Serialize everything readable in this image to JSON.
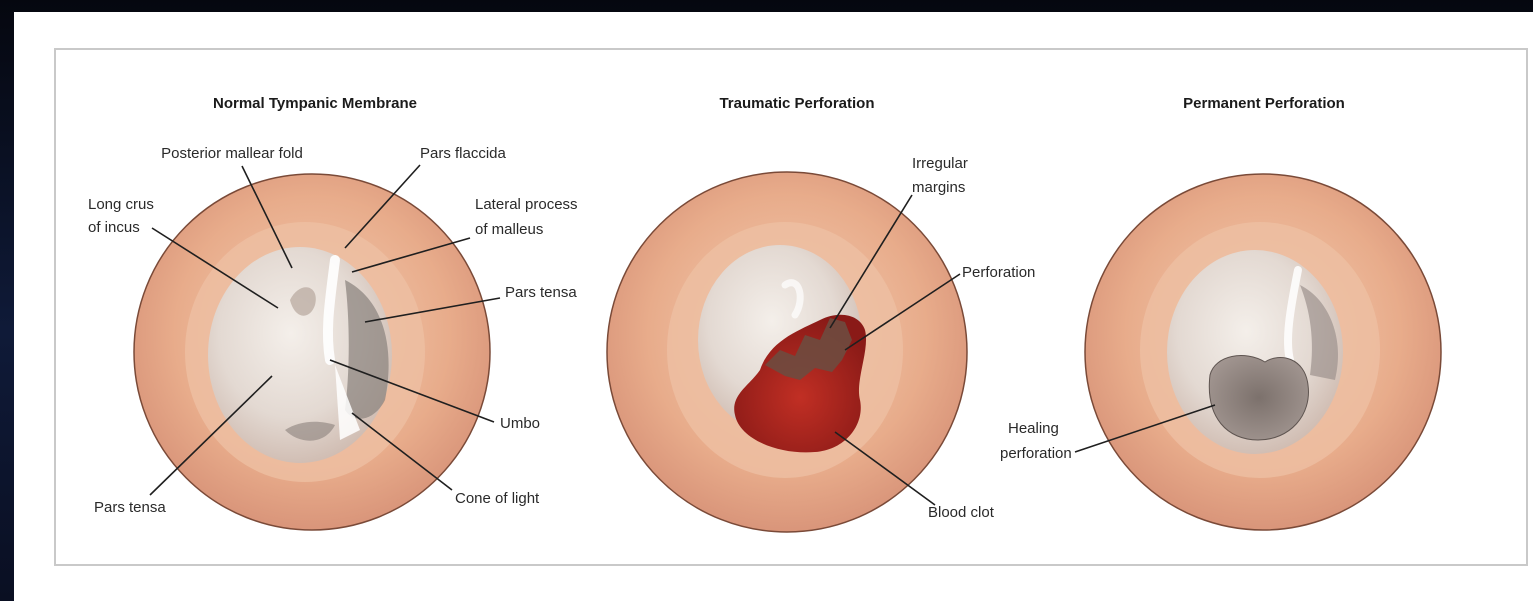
{
  "panels": [
    {
      "title": "Normal Tympanic Membrane",
      "labels": {
        "posterior_mallear_fold": "Posterior mallear fold",
        "pars_flaccida": "Pars flaccida",
        "long_crus_line1": "Long crus",
        "long_crus_line2": "of incus",
        "lateral_process_line1": "Lateral process",
        "lateral_process_line2": "of malleus",
        "pars_tensa_right": "Pars tensa",
        "umbo": "Umbo",
        "pars_tensa_left": "Pars tensa",
        "cone_of_light": "Cone of light"
      }
    },
    {
      "title": "Traumatic Perforation",
      "labels": {
        "irregular_line1": "Irregular",
        "irregular_line2": "margins",
        "perforation": "Perforation",
        "blood_clot": "Blood clot"
      }
    },
    {
      "title": "Permanent Perforation",
      "labels": {
        "healing_line1": "Healing",
        "healing_line2": "perforation"
      }
    }
  ],
  "colors": {
    "canal": "#e9b08f",
    "canal_edge": "#c98768",
    "membrane": "#e8e1dc",
    "shadow": "#8f8580",
    "clot": "#9b1e1a",
    "hole": "#6f645f"
  }
}
